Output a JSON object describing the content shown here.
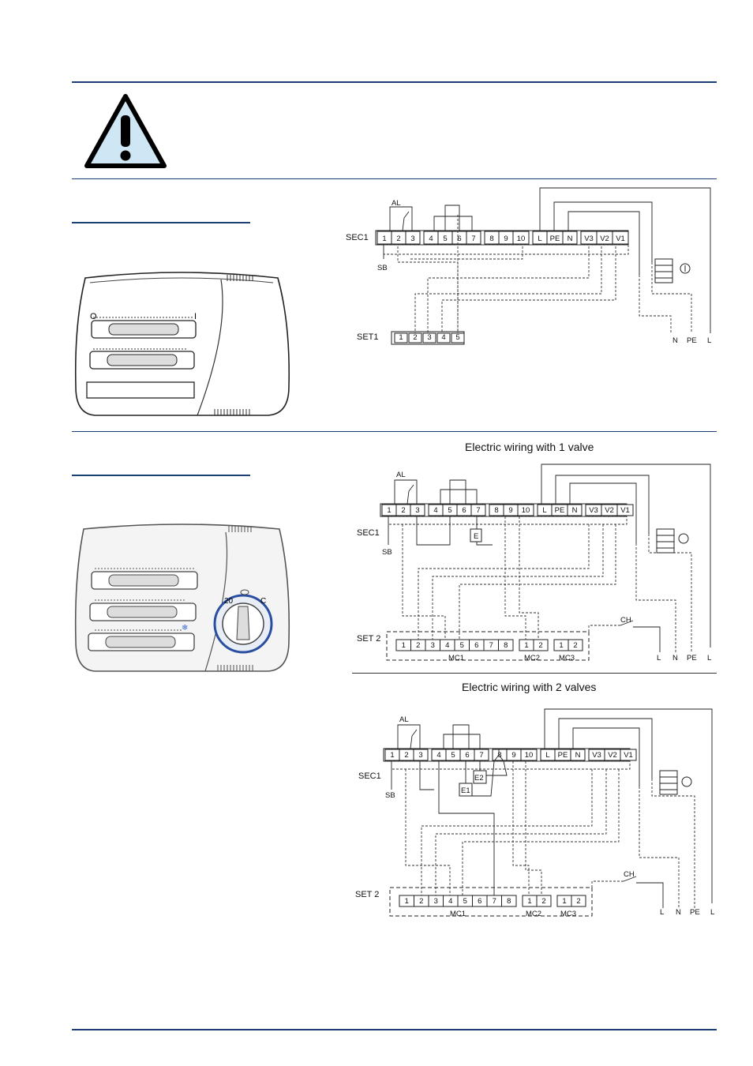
{
  "warning": {
    "icon": "warning-triangle-icon"
  },
  "colors": {
    "rule": "#1b3f74",
    "warning_fill": "#cfe6f5"
  },
  "diagram1": {
    "group_label_top": "SEC1",
    "group_label_bottom": "SET1",
    "alarm_label": "AL",
    "sb_label": "SB",
    "terminals_a": [
      "1",
      "2",
      "3"
    ],
    "terminals_b": [
      "4",
      "5",
      "6",
      "7"
    ],
    "terminals_c": [
      "8",
      "9",
      "10"
    ],
    "terminals_d": [
      "L",
      "PE",
      "N"
    ],
    "terminals_e": [
      "V3",
      "V2",
      "V1"
    ],
    "set_terminals": [
      "1",
      "2",
      "3",
      "4",
      "5"
    ],
    "mains": [
      "N",
      "PE",
      "L"
    ]
  },
  "diagram2": {
    "title": "Electric wiring with 1 valve",
    "group_label_top": "SEC1",
    "group_label_bottom": "SET 2",
    "alarm_label": "AL",
    "sb_label": "SB",
    "valve_label": "E",
    "ch_label": "CH",
    "terminals_a": [
      "1",
      "2",
      "3"
    ],
    "terminals_b": [
      "4",
      "5",
      "6",
      "7"
    ],
    "terminals_c": [
      "8",
      "9",
      "10"
    ],
    "terminals_d": [
      "L",
      "PE",
      "N"
    ],
    "terminals_e": [
      "V3",
      "V2",
      "V1"
    ],
    "mc1": [
      "1",
      "2",
      "3",
      "4",
      "5",
      "6",
      "7",
      "8"
    ],
    "mc2": [
      "1",
      "2"
    ],
    "mc3": [
      "1",
      "2"
    ],
    "mc1_label": "MC1",
    "mc2_label": "MC2",
    "mc3_label": "MC3",
    "mains": [
      "L",
      "N",
      "PE",
      "L"
    ]
  },
  "diagram3": {
    "title": "Electric wiring with 2 valves",
    "group_label_top": "SEC1",
    "group_label_bottom": "SET 2",
    "alarm_label": "AL",
    "sb_label": "SB",
    "valve1_label": "E1",
    "valve2_label": "E2",
    "ch_label": "CH",
    "terminals_a": [
      "1",
      "2",
      "3"
    ],
    "terminals_b": [
      "4",
      "5",
      "6",
      "7"
    ],
    "terminals_c": [
      "8",
      "9",
      "10"
    ],
    "terminals_d": [
      "L",
      "PE",
      "N"
    ],
    "terminals_e": [
      "V3",
      "V2",
      "V1"
    ],
    "mc1": [
      "1",
      "2",
      "3",
      "4",
      "5",
      "6",
      "7",
      "8"
    ],
    "mc2": [
      "1",
      "2"
    ],
    "mc3": [
      "1",
      "2"
    ],
    "mc1_label": "MC1",
    "mc2_label": "MC2",
    "mc3_label": "MC3",
    "mains": [
      "L",
      "N",
      "PE",
      "L"
    ]
  },
  "controller2": {
    "dial_value": "20",
    "dial_unit": "C"
  }
}
